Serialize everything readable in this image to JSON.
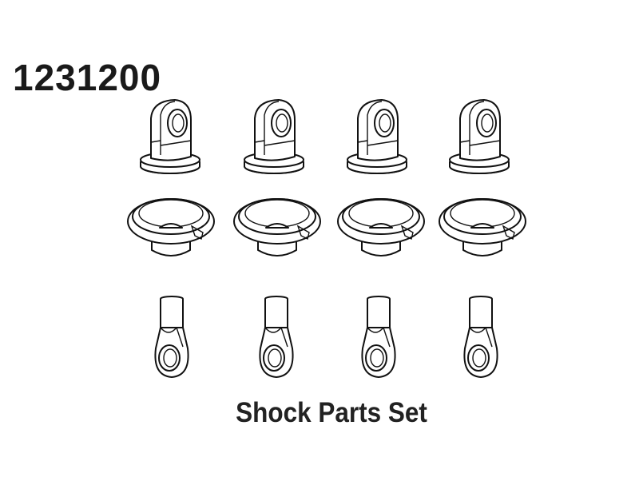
{
  "part_number": "1231200",
  "caption": "Shock Parts Set",
  "rows": [
    {
      "part": "shock-cap-eyelet",
      "count": 4
    },
    {
      "part": "shock-spring-cup",
      "count": 4
    },
    {
      "part": "shock-rod-end",
      "count": 4
    }
  ]
}
